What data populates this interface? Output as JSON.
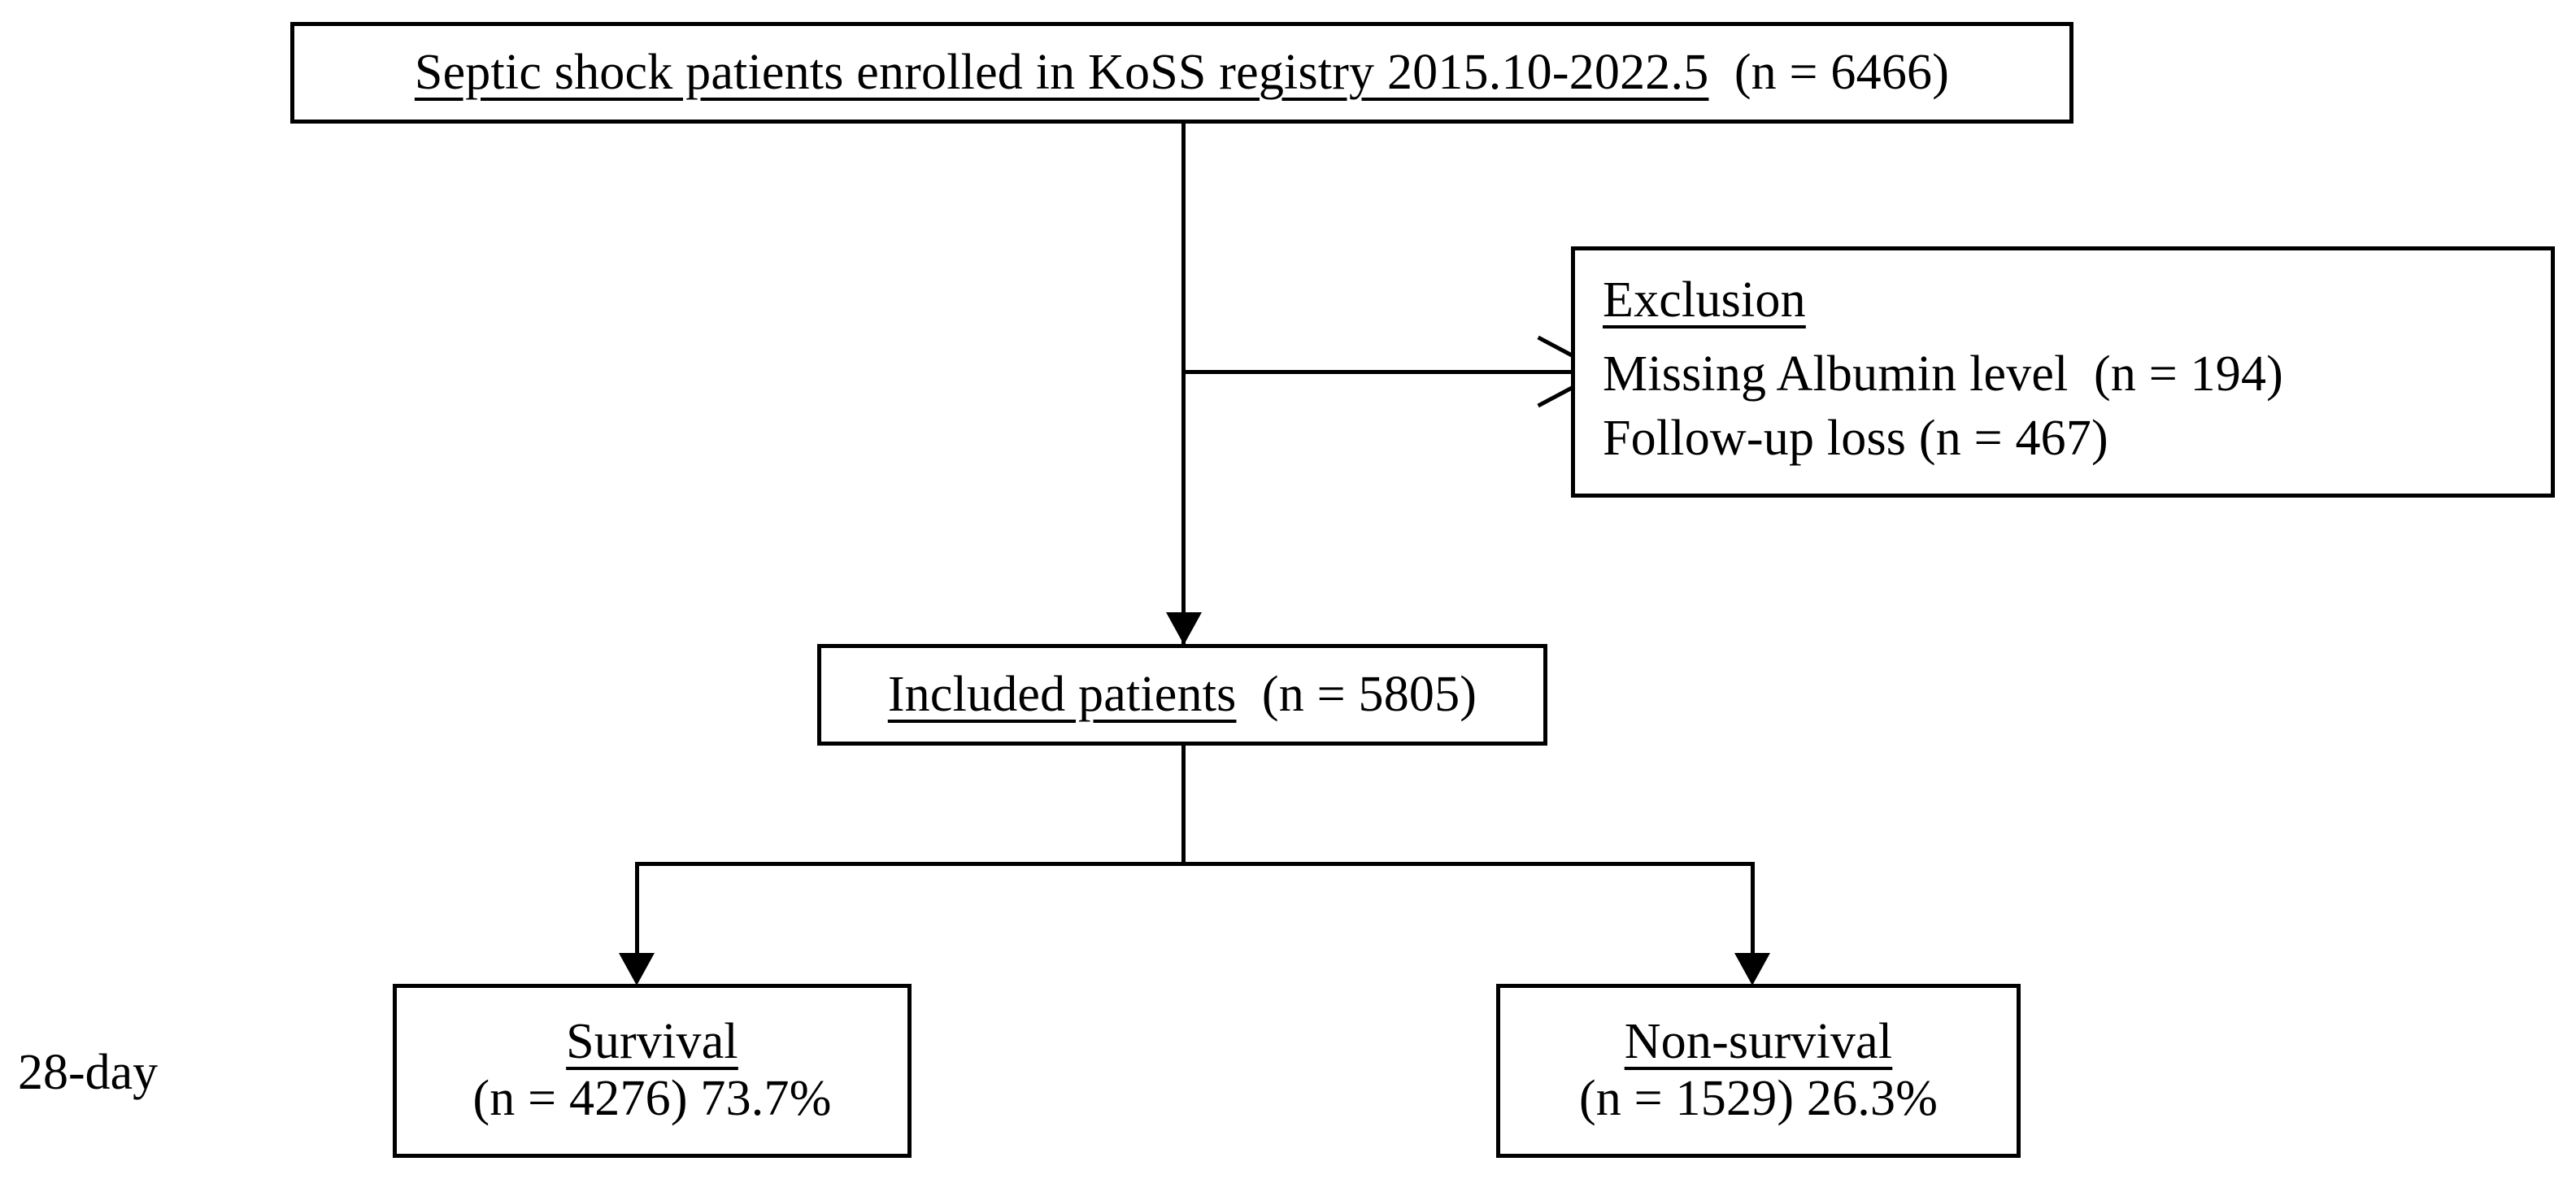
{
  "figure": {
    "type": "study-flow-diagram",
    "background": "#ffffff",
    "stroke_color": "#000000"
  },
  "nodes": {
    "enrolled": {
      "underlined_text": "Septic shock patients enrolled in KoSS registry 2015.10-2022.5",
      "count_text": "(n = 6466)",
      "n": 6466
    },
    "exclusion": {
      "heading": "Exclusion",
      "reasons": [
        {
          "label": "Missing Albumin level",
          "count_text": "(n = 194)",
          "n": 194
        },
        {
          "label": "Follow-up loss",
          "count_text": "(n = 467)",
          "n": 467
        }
      ]
    },
    "included": {
      "underlined_text": "Included patients",
      "count_text": "(n = 5805)",
      "n": 5805
    },
    "survival": {
      "underlined_text": "Survival",
      "count_text": "(n = 4276) 73.7%",
      "n": 4276,
      "percent": 73.7
    },
    "nonsurvival": {
      "underlined_text": "Non-survival",
      "count_text": "(n = 1529) 26.3%",
      "n": 1529,
      "percent": 26.3
    }
  },
  "labels": {
    "outcome_period": "28-day"
  },
  "edges": [
    {
      "from": "enrolled",
      "to": "exclusion",
      "arrow": "open-right"
    },
    {
      "from": "enrolled",
      "to": "included",
      "arrow": "filled-down"
    },
    {
      "from": "included",
      "to": "survival",
      "arrow": "filled-down"
    },
    {
      "from": "included",
      "to": "nonsurvival",
      "arrow": "filled-down"
    }
  ]
}
